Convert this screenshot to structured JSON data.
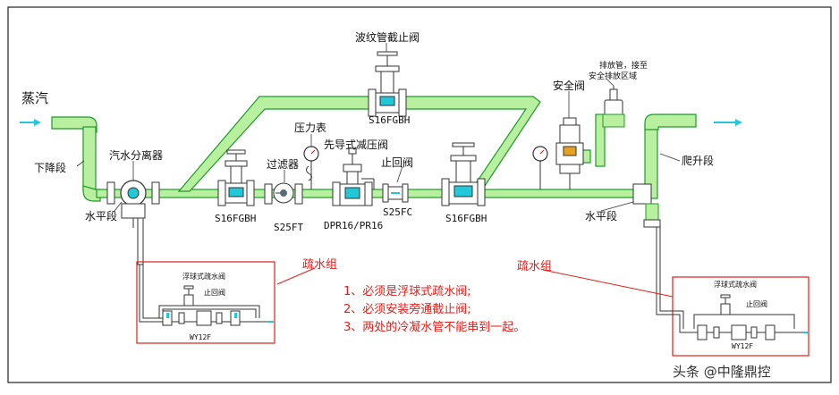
{
  "labels": {
    "steam": "蒸汽",
    "down_section": "下降段",
    "separator": "汽水分离器",
    "horizontal_left": "水平段",
    "filter": "过滤器",
    "pressure_gauge": "压力表",
    "prv": "先导式减压阀",
    "check_valve": "止回阀",
    "bellows_valve": "波纹管截止阀",
    "safety_valve": "安全阀",
    "discharge_pipe": "排放管，接至\n安全排放区域",
    "rise_section": "爬升段",
    "horizontal_right": "水平段"
  },
  "models": {
    "s16_left": "S16FGBH",
    "s25ft": "S25FT",
    "dpr": "DPR16/PR16",
    "s25fc": "S25FC",
    "s16_right": "S16FGBH",
    "s16_top": "S16FGBH"
  },
  "trap_left": {
    "group_label": "疏水组",
    "float_trap": "浮球式疏水阀",
    "check_valve": "止回阀",
    "model": "WY12F"
  },
  "trap_right": {
    "group_label": "疏水组",
    "float_trap": "浮球式疏水阀",
    "check_valve": "止回阀",
    "model": "WY12F"
  },
  "notes": [
    "1、必须是浮球式疏水阀;",
    "2、必须安装旁通截止阀;",
    "3、两处的冷凝水管不能串到一起。"
  ],
  "watermark": "头条 @中隆鼎控",
  "colors": {
    "pipe_fill": "#b8f0a0",
    "pipe_stroke": "#1e9a2a",
    "red": "#e0201b",
    "arrow": "#22c7d8",
    "valve": "#5a6a78"
  }
}
